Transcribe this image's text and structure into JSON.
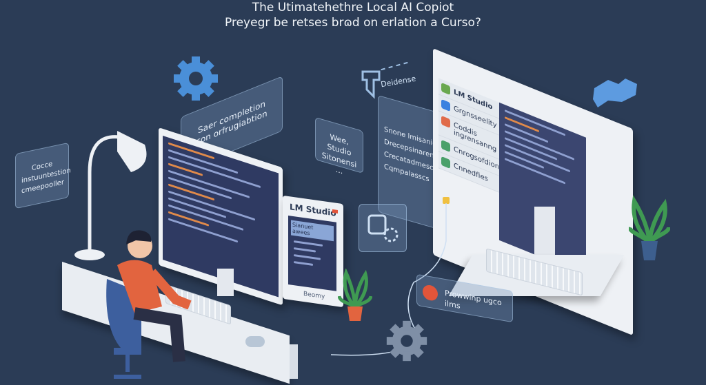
{
  "title": {
    "line1": "The Utimatehethre Local AI Copiot",
    "line2": "Preyegr be retses brɷd on erlation a Curso?"
  },
  "panels": {
    "code_instruction": "Cocce\ninstuuntestion\ncmeepooller",
    "completion": "Saer completion\ncon orfrugiabtion",
    "studio_note": "Wee, Studio\nSitonensi ...",
    "defense": "Deidense",
    "feature_list": "Snone lmisanion\nDrecepsinaren\nCrecatadmesc\nCqmpalasscs",
    "warning": "Prowwinp ugco ilms"
  },
  "lm_studio": {
    "title": "LM Studio",
    "header": "Sianuet awees",
    "footer": "Beomy"
  },
  "right_app": {
    "brand": "LM Studio",
    "items": [
      "Grgnsseelity",
      "Coddis ingrensanng",
      "Cnrogsofdion",
      "Cnnedfies"
    ]
  },
  "colors": {
    "background": "#2b3c56",
    "accent_blue": "#4a8fd8",
    "shirt": "#e2643f",
    "alert_red": "#e2553a",
    "plant": "#3f9a52"
  },
  "icons": [
    "gear-icon",
    "puzzle-icon",
    "tooth-icon",
    "lamp-icon",
    "plant-icon",
    "mouse-icon",
    "chat-icon"
  ]
}
